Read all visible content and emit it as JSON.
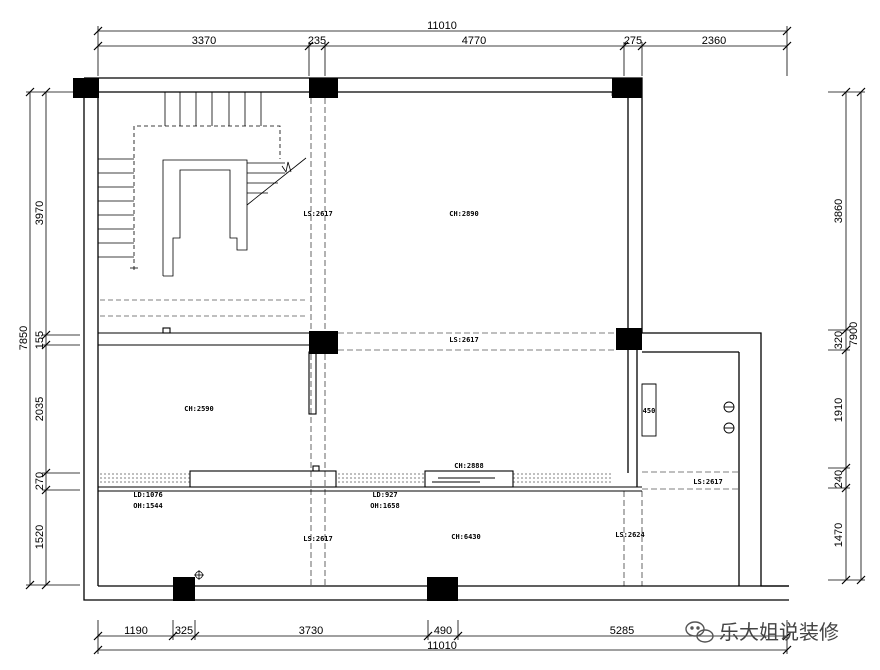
{
  "top_dims": {
    "total": "11010",
    "segments": [
      "3370",
      "235",
      "4770",
      "275",
      "2360"
    ]
  },
  "bottom_dims": {
    "total": "11010",
    "segments": [
      "1190",
      "325",
      "3730",
      "490",
      "5285"
    ]
  },
  "left_dims": {
    "total": "7850",
    "segments": [
      "3970",
      "155",
      "2035",
      "270",
      "1520"
    ]
  },
  "right_dims": {
    "total": "7900",
    "segments": [
      "3860",
      "320",
      "1910",
      "240",
      "1470"
    ]
  },
  "annotations": {
    "ls_upper_left": "LS:2617",
    "ch_upper_right": "CH:2890",
    "ls_mid_beam": "LS:2617",
    "ch_left_room": "CH:2590",
    "ch_window_mark": "CH:2888",
    "ls_balcony_right": "LS:2617",
    "ld_left": "LD:1076",
    "oh_left": "OH:1544",
    "ld_mid": "LD:927",
    "oh_mid": "OH:1658",
    "ls_lower_left": "LS:2617",
    "ch_lower": "CH:6430",
    "ls_lower_right": "LS:2624",
    "small_box": "450"
  },
  "watermark": {
    "icon": "wechat-icon",
    "text": "乐大姐说装修"
  },
  "colors": {
    "line": "#000000",
    "fill": "#000000",
    "background": "#ffffff"
  }
}
